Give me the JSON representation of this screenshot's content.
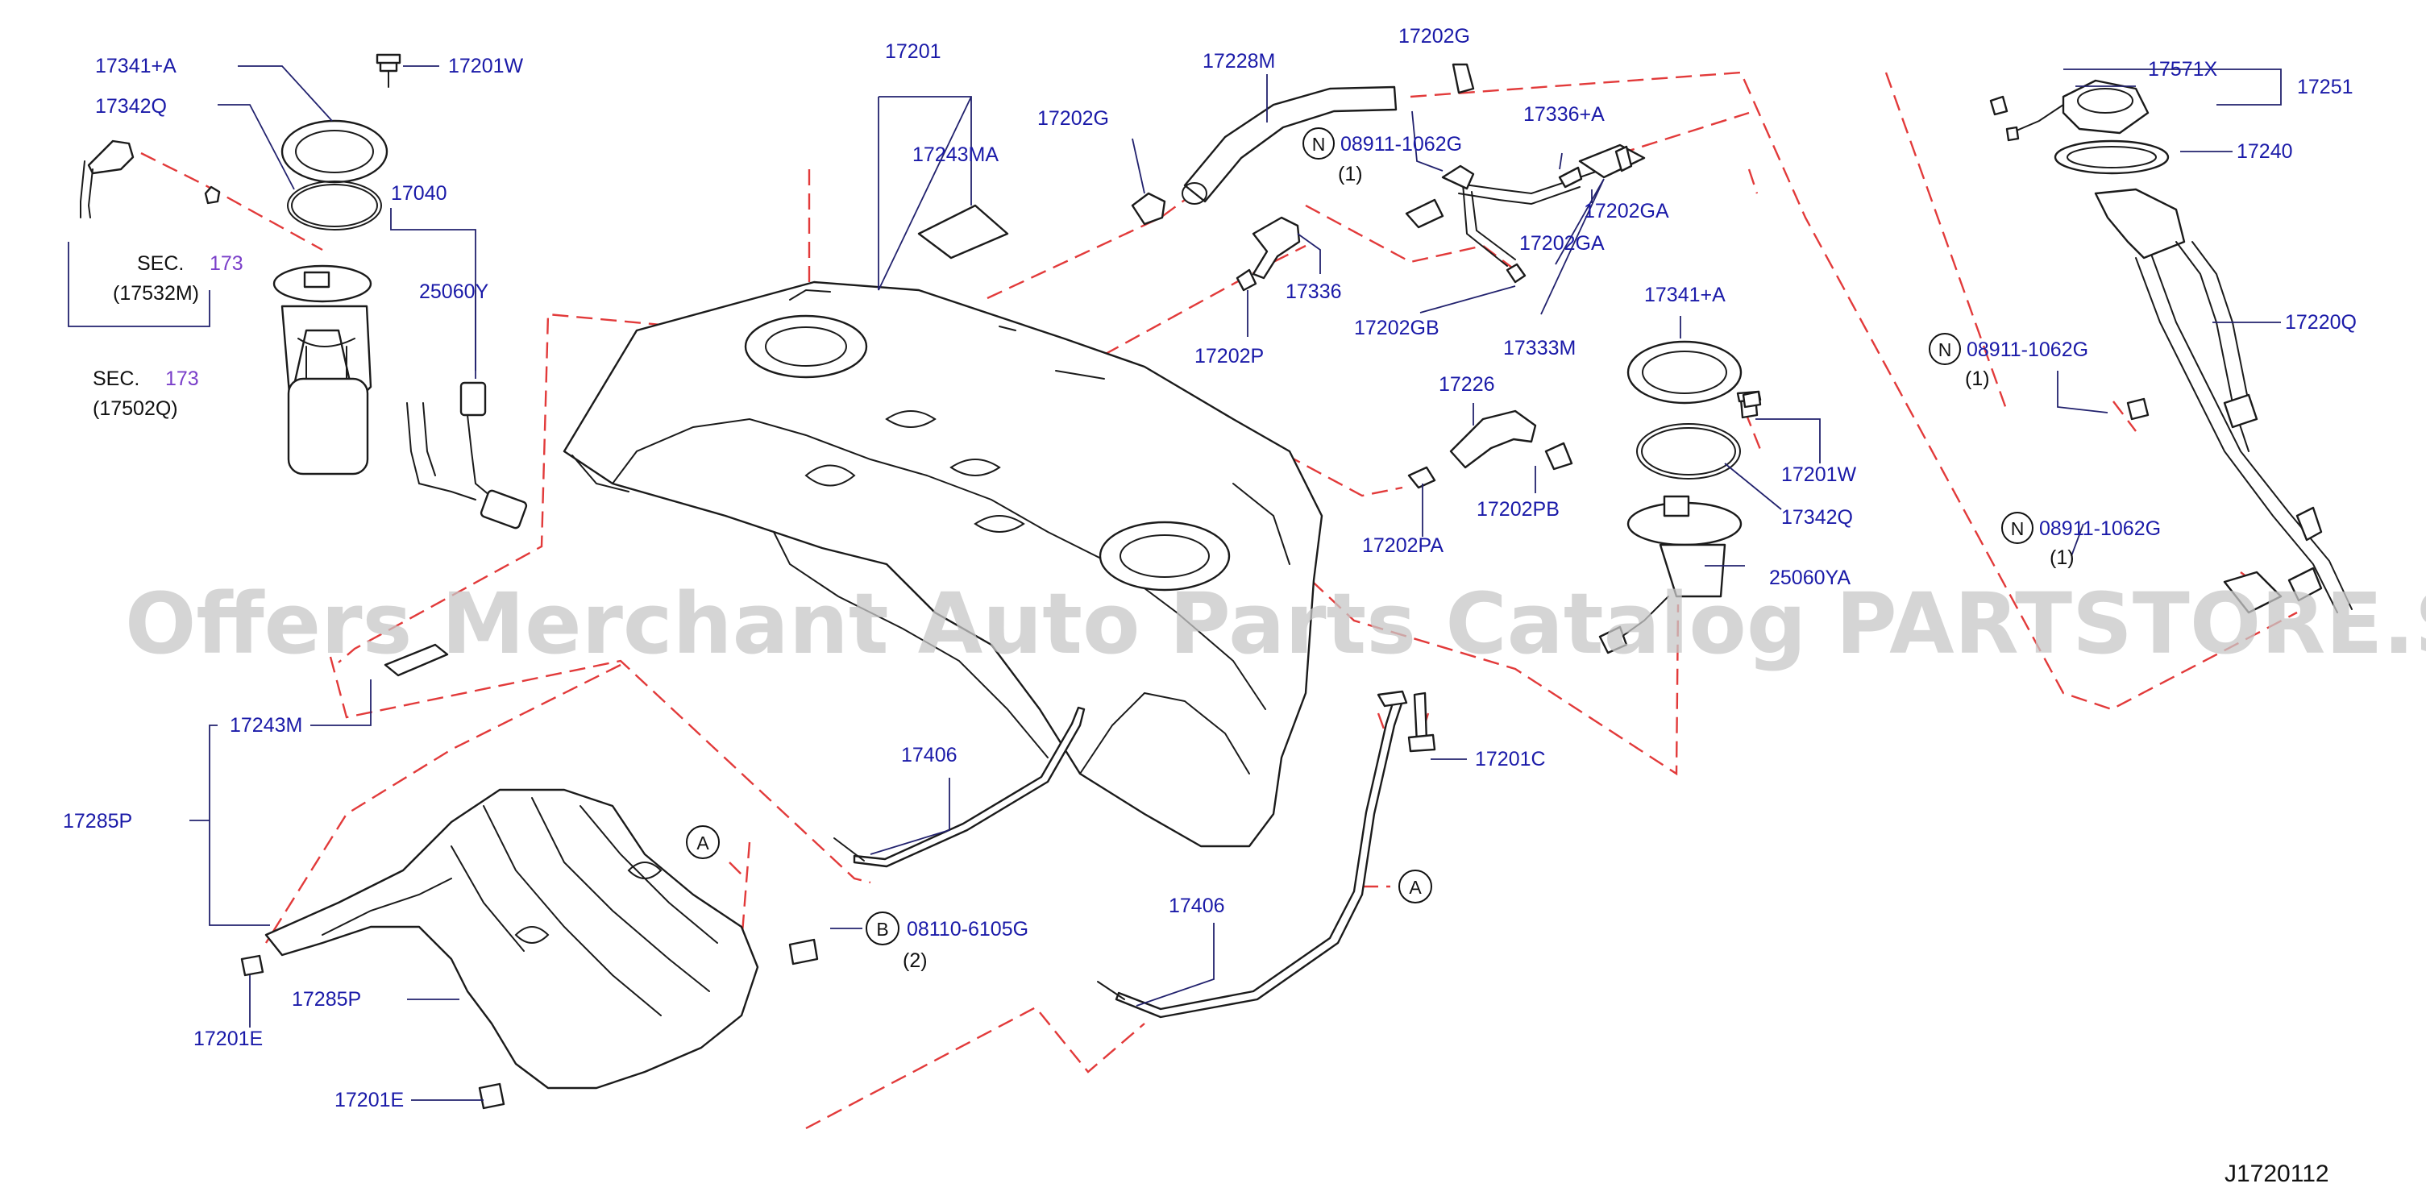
{
  "diagram": {
    "watermark": "Offers Merchant Auto Parts Catalog PARTSTORE.SA",
    "figure_code": "J1720112",
    "labels": {
      "p17341a_top": "17341+A",
      "p17201w_top": "17201W",
      "p17342q_top": "17342Q",
      "p17040": "17040",
      "p25060y": "25060Y",
      "sec_top": "SEC.",
      "sec_top_num": "173",
      "sec_top_ref": "(17532M)",
      "sec_bot": "SEC.",
      "sec_bot_num": "173",
      "sec_bot_ref": "(17502Q)",
      "p17201": "17201",
      "p17243ma": "17243MA",
      "p17228m": "17228M",
      "p17202g_a": "17202G",
      "p17202g_b": "17202G",
      "p08911_a": "08911-1062G",
      "p08911_a_qty": "(1)",
      "p17336a": "17336+A",
      "p17202ga_1": "17202GA",
      "p17202ga_2": "17202GA",
      "p17336": "17336",
      "p17202gb": "17202GB",
      "p17333m": "17333M",
      "p17202p": "17202P",
      "p17341a_mid": "17341+A",
      "p17226": "17226",
      "p17201w_mid": "17201W",
      "p17342q_mid": "17342Q",
      "p17202pb": "17202PB",
      "p17202pa": "17202PA",
      "p25060ya": "25060YA",
      "p17571x": "17571X",
      "p17251": "17251",
      "p17240": "17240",
      "p17220q": "17220Q",
      "p08911_b": "08911-1062G",
      "p08911_b_qty": "(1)",
      "p08911_c": "08911-1062G",
      "p08911_c_qty": "(1)",
      "p17243m": "17243M",
      "p17285p_a": "17285P",
      "p17285p_b": "17285P",
      "p17201e_a": "17201E",
      "p17201e_b": "17201E",
      "p17406_a": "17406",
      "p17406_b": "17406",
      "p08110": "08110-6105G",
      "p08110_qty": "(2)",
      "p17201c": "17201C"
    },
    "markers": {
      "n1": "N",
      "n2": "N",
      "n3": "N",
      "a1": "A",
      "a2": "A",
      "b1": "B"
    }
  }
}
